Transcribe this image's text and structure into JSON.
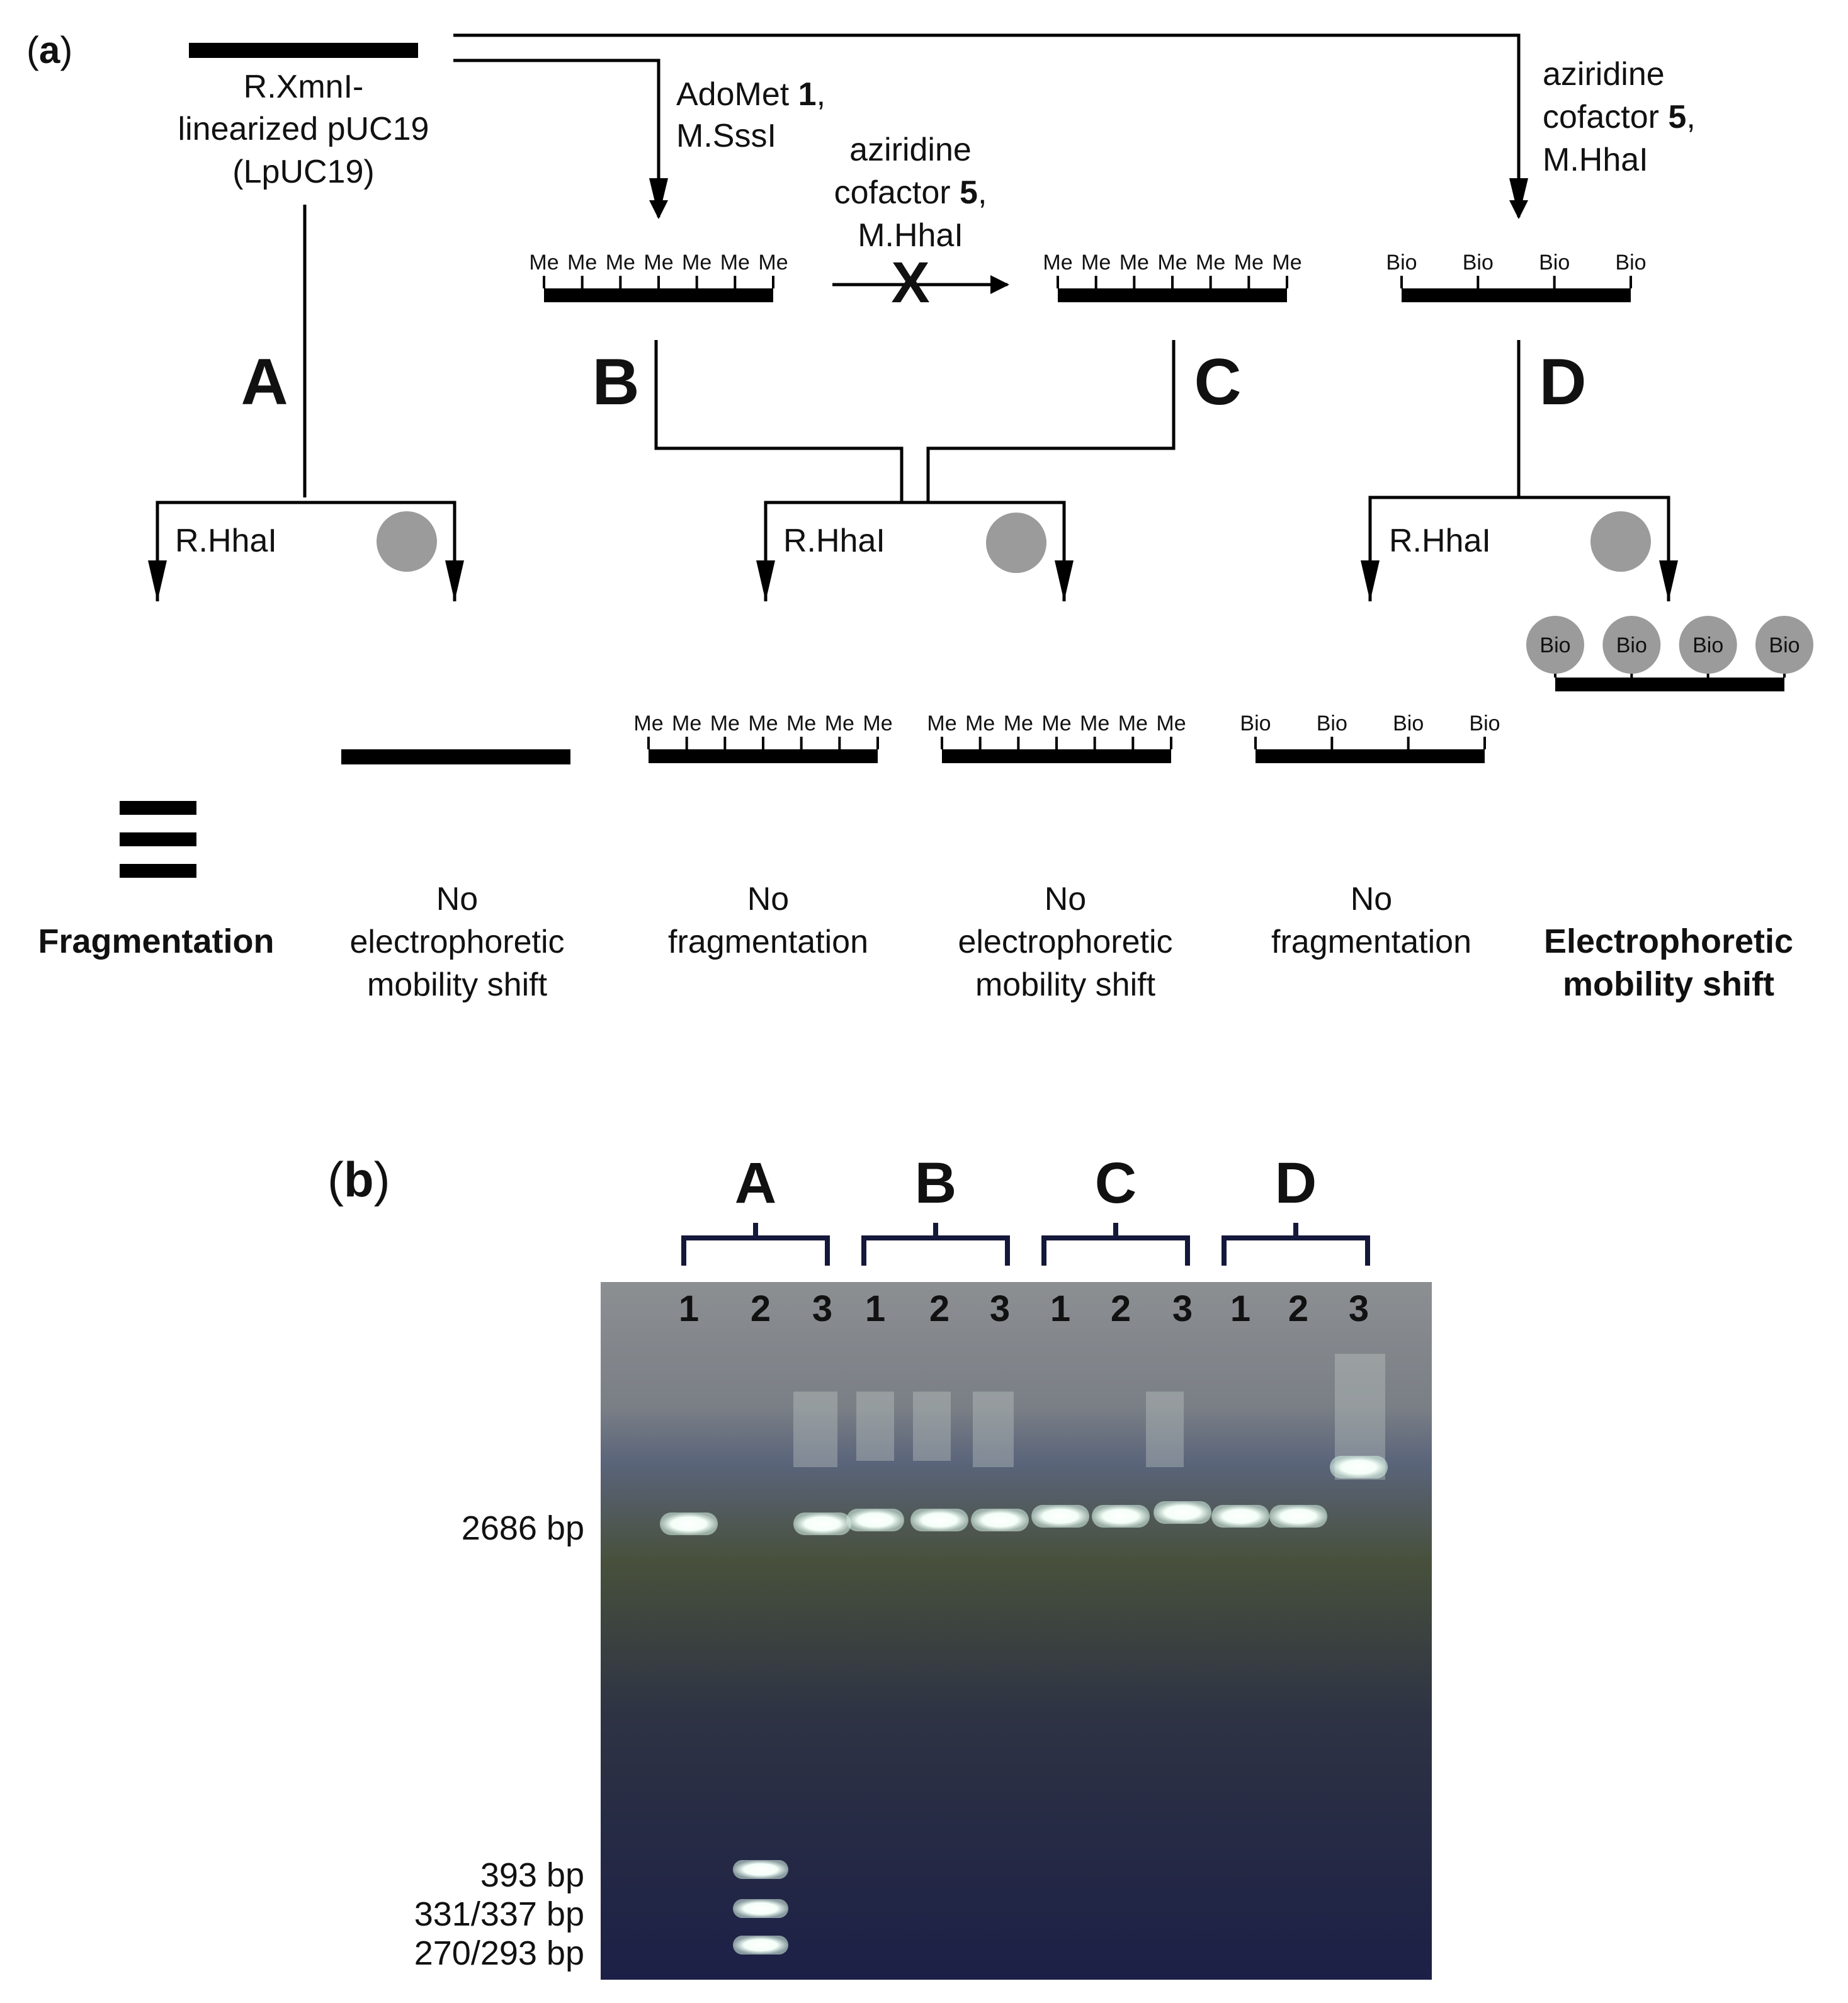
{
  "panel_a": {
    "label_prefix": "(",
    "label_letter": "a",
    "label_suffix": ")",
    "substrate": {
      "line1": "R.XmnI-",
      "line2": "linearized pUC19",
      "line3": "(LpUC19)"
    },
    "step_b_reagents": {
      "line1_text": "AdoMet ",
      "line1_bold": "1",
      "line1_tail": ",",
      "line2": "M.SssI"
    },
    "step_c_reagents": {
      "line1": "aziridine",
      "line2_text": "cofactor ",
      "line2_bold": "5",
      "line2_tail": ",",
      "line3": "M.HhaI"
    },
    "step_d_reagents": {
      "line1": "aziridine",
      "line2_text": "cofactor ",
      "line2_bold": "5",
      "line2_tail": ",",
      "line3": "M.HhaI"
    },
    "blocked_mark": "X",
    "path_letters": [
      "A",
      "B",
      "C",
      "D"
    ],
    "mark_me": "Me",
    "mark_bio": "Bio",
    "enzyme": "R.HhaI",
    "results": {
      "fragmentation": "Fragmentation",
      "no_shift_1": "No",
      "no_shift_2": "electrophoretic",
      "no_shift_3": "mobility shift",
      "no_frag_1": "No",
      "no_frag_2": "fragmentation",
      "shift_1": "Electrophoretic",
      "shift_2": "mobility shift"
    }
  },
  "panel_b": {
    "label_prefix": "(",
    "label_letter": "b",
    "label_suffix": ")",
    "groups": [
      "A",
      "B",
      "C",
      "D"
    ],
    "lanes": [
      "1",
      "2",
      "3"
    ],
    "size_markers": [
      "2686 bp",
      "393 bp",
      "331/337 bp",
      "270/293 bp"
    ]
  },
  "colors": {
    "line": "#000000",
    "streptavidin_gray": "#9b9b9b",
    "gel_top": "#8c8f92",
    "gel_mid": "#4d5a6e",
    "gel_bottom": "#1f2448",
    "band": "#ffffff"
  }
}
